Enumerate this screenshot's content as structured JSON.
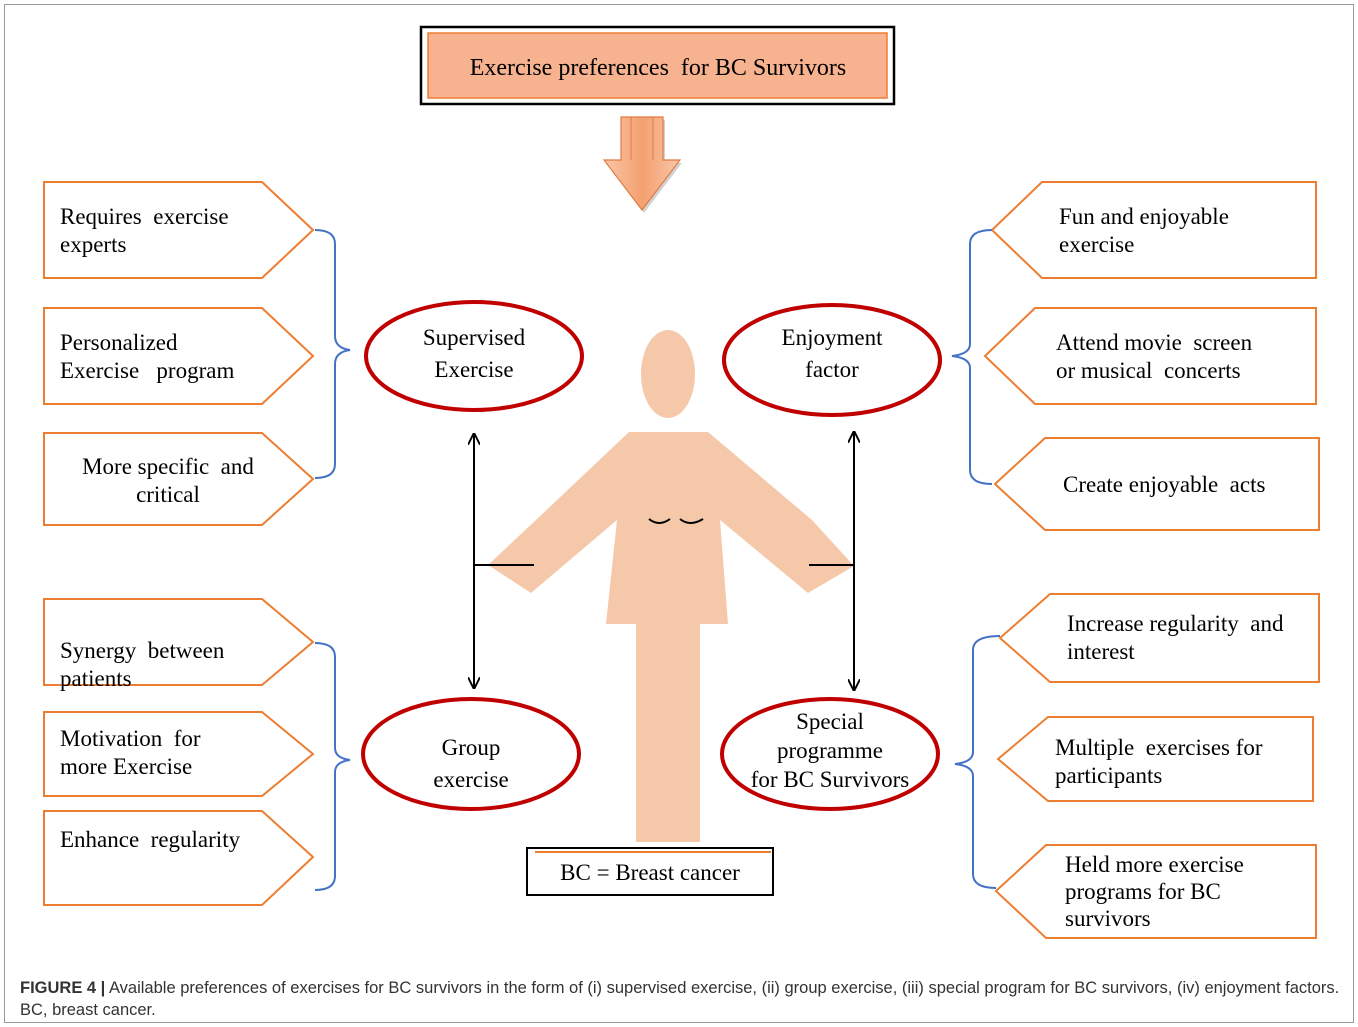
{
  "title": "Exercise preferences  for BC Survivors",
  "legend": "BC = Breast cancer",
  "categories": {
    "supervised": [
      "Supervised",
      "Exercise"
    ],
    "enjoyment": [
      "Enjoyment",
      "factor"
    ],
    "group": [
      "Group",
      "exercise"
    ],
    "special": [
      "Special",
      "programme",
      "for BC Survivors"
    ]
  },
  "left_boxes": [
    [
      "Requires  exercise",
      "experts"
    ],
    [
      "Personalized",
      "Exercise   program"
    ],
    [
      "More specific  and",
      "critical"
    ],
    [
      "Synergy  between",
      "patients"
    ],
    [
      "Motivation  for",
      "more Exercise"
    ],
    [
      "Enhance  regularity"
    ]
  ],
  "right_boxes": [
    [
      "Fun and enjoyable",
      "exercise"
    ],
    [
      "Attend movie  screen",
      "or musical  concerts"
    ],
    [
      "Create enjoyable  acts"
    ],
    [
      "Increase regularity  and",
      "interest"
    ],
    [
      "Multiple  exercises for",
      "participants"
    ],
    [
      "Held more exercise",
      "programs for BC",
      "survivors"
    ]
  ],
  "caption": {
    "label": "FIGURE 4 |",
    "text": " Available preferences of exercises for BC survivors in the form of (i) supervised exercise, (ii) group exercise, (iii) special program for BC survivors, (iv) enjoyment factors. BC, breast cancer."
  },
  "colors": {
    "title_fill": "#f7b28f",
    "arrow_fill": "#f7b28f",
    "figure_fill": "#f6c8aa",
    "box_border": "#ed7d31",
    "ellipse_border": "#c00000",
    "bracket": "#4472c4",
    "text": "#000000"
  }
}
